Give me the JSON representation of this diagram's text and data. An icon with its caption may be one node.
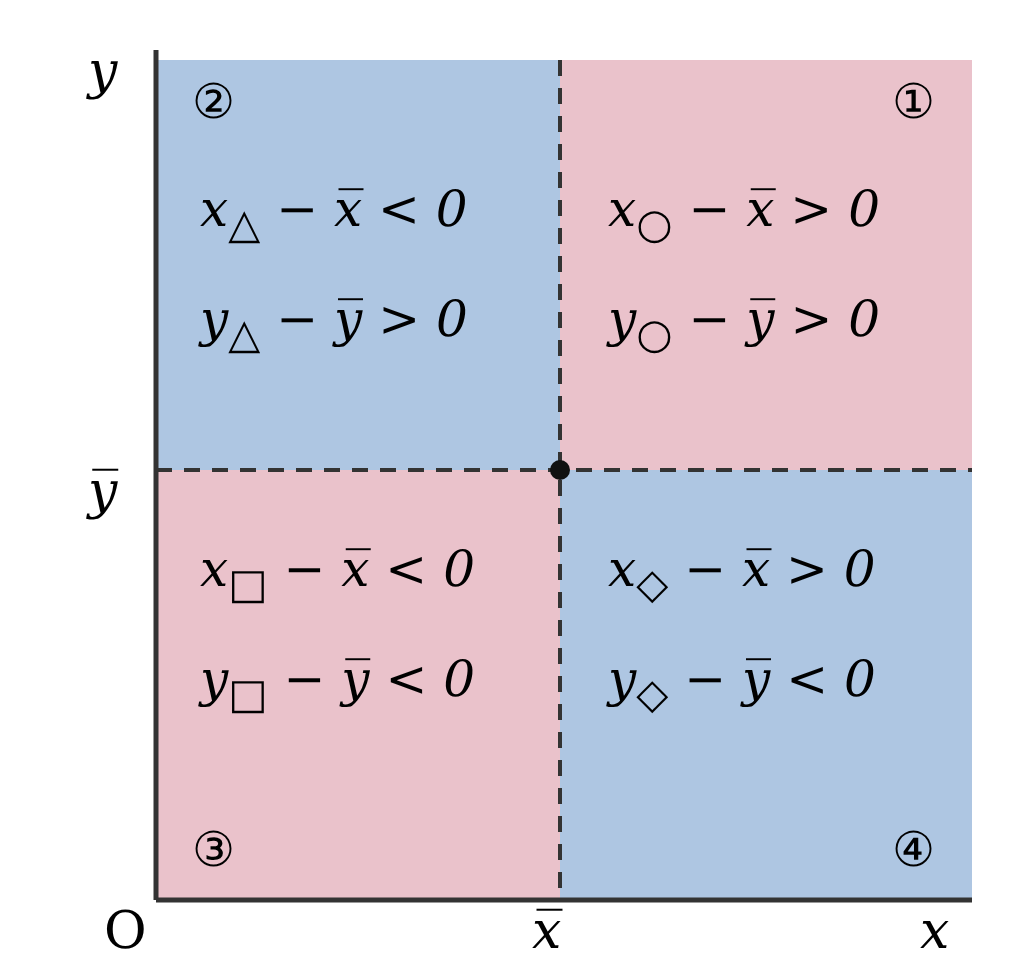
{
  "diagram": {
    "nodes": [
      {
        "text": [
          "②",
          "x$_{△}$ − x̅ < 0",
          "y$_{△}$ − y̅ > 0"
        ]
      },
      {
        "text": [
          "①",
          "x$_{○}$ − x̅ > 0",
          "y$_{○}$ − y̅ > 0"
        ]
      },
      {
        "text": [
          "x$_{□}$ − x̅ < 0",
          "y$_{□}$ − y̅ < 0",
          "③"
        ]
      },
      {
        "text": [
          "x$_{◇}$ − x̅ > 0",
          "y$_{◇}$ − y̅ < 0",
          "④"
        ]
      }
    ],
    "labels": [
      "y",
      "y̅",
      "O",
      "x̅",
      "x"
    ]
  }
}
